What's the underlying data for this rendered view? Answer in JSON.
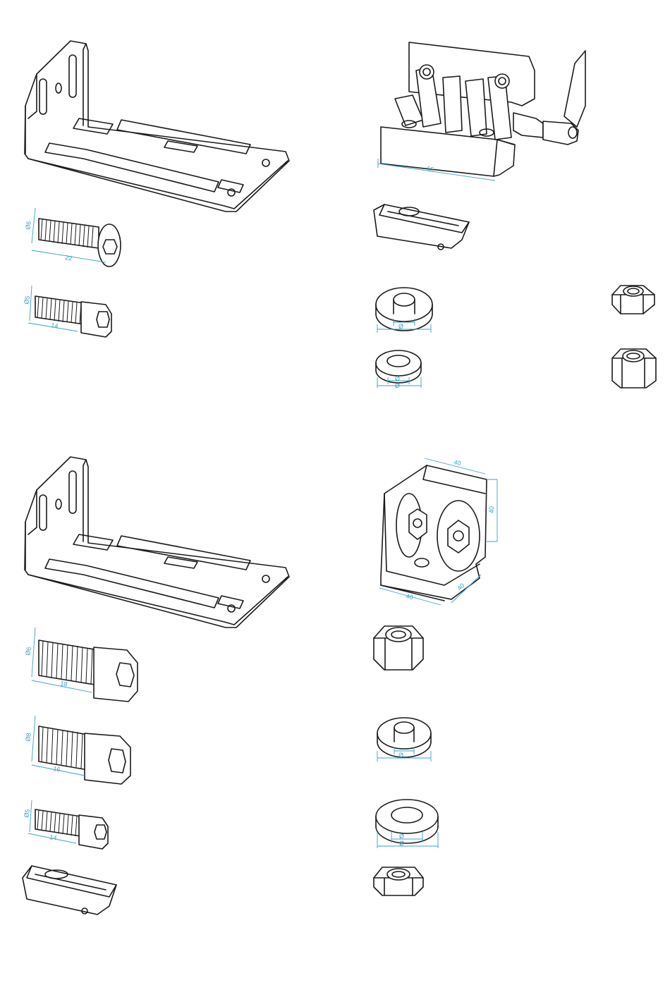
{
  "colors": {
    "outline": "#1a1a1a",
    "dimension": "#3aa0c8",
    "background": "#ffffff"
  },
  "labels": {
    "screw_top_d": "Ø6",
    "screw_top_len": "22",
    "capscrew_top_d": "Ø5",
    "capscrew_top_len": "14",
    "hinge_len": "65",
    "washer_large_top": "Ø",
    "washer_small_top_a": "Ø",
    "washer_small_top_b": "Ø",
    "angle_top": "40",
    "angle_side": "40",
    "angle_bottom_a": "40",
    "angle_bottom_b": "40",
    "capscrew_m6_d": "Ø6",
    "capscrew_m6_len": "18",
    "capscrew_m8_d": "Ø8",
    "capscrew_m8_len": "16",
    "capscrew_m5_d": "Ø5",
    "capscrew_m5_len": "14",
    "washer_mid": "Ø",
    "washer_big_a": "Ø",
    "washer_big_b": "Ø"
  }
}
